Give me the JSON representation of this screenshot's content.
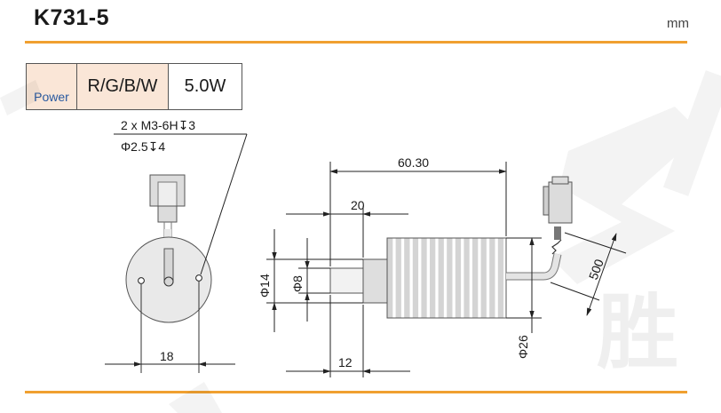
{
  "header": {
    "model": "K731-5",
    "unit": "mm"
  },
  "spec_table": {
    "label": "Power",
    "colors": "R/G/B/W",
    "value": "5.0W"
  },
  "callout": {
    "line1": "2 x M3-6H↧3",
    "line2": "Φ2.5↧4"
  },
  "dimensions": {
    "overall_length": "60.30",
    "stem_length": "20",
    "flange_length": "12",
    "hole_spacing": "18",
    "outer_dia": "Φ14",
    "inner_dia": "Φ8",
    "body_dia": "Φ26",
    "cable_length": "500"
  },
  "watermark": {
    "glyph": "胜"
  },
  "colors": {
    "accent_rule": "#f0a030",
    "table_fill": "#fae6d7",
    "power_label": "#2a5aa0"
  }
}
